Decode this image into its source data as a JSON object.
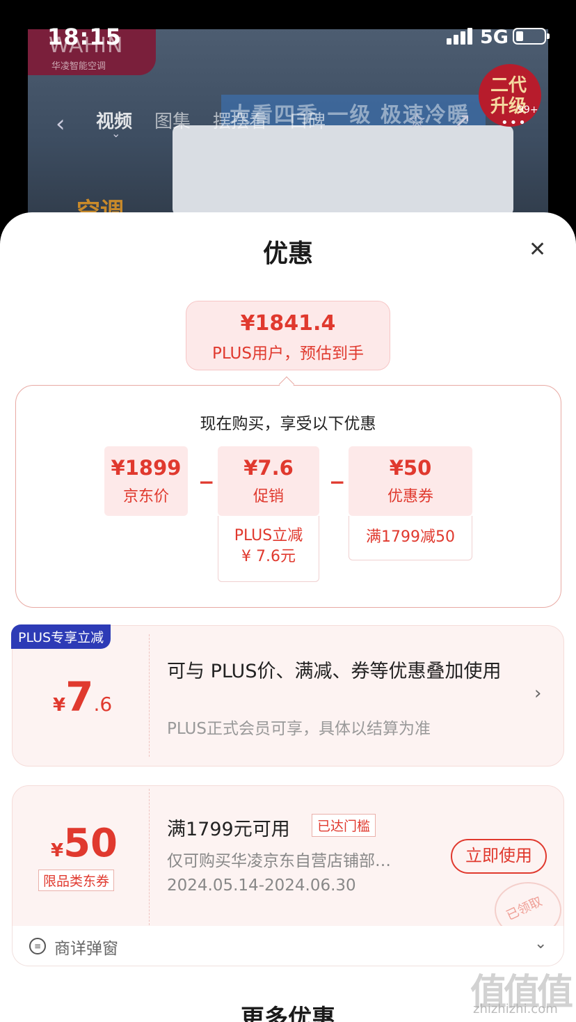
{
  "status_bar": {
    "time": "18:15",
    "network": "5G"
  },
  "product_header": {
    "brand_name": "WAHIN",
    "brand_sub": "华凌智能空调",
    "banner_text": "大看四季 一级 极速冷暖",
    "sticker_text": "二代升级",
    "sticker_badge": "99+",
    "product_tag": "空调",
    "tabs": [
      "视频",
      "图集",
      "摆摆看",
      "口碑"
    ]
  },
  "sheet": {
    "title": "优惠",
    "estimate": {
      "price": "¥1841.4",
      "label": "PLUS用户，预估到手"
    },
    "breakdown": {
      "title": "现在购买，享受以下优惠",
      "items": [
        {
          "amount": "¥1899",
          "label": "京东价"
        },
        {
          "amount": "¥7.6",
          "label": "促销",
          "note_line1": "PLUS立减",
          "note_line2": "¥ 7.6元"
        },
        {
          "amount": "¥50",
          "label": "优惠券",
          "note_line1": "满1799减50"
        }
      ],
      "minus": "−"
    },
    "plus_card": {
      "tag": "PLUS专享立减",
      "currency": "¥",
      "amount_int": "7",
      "amount_dec": ".6",
      "desc": "可与 PLUS价、满减、券等优惠叠加使用",
      "note": "PLUS正式会员可享，具体以结算为准"
    },
    "coupon_card": {
      "currency": "¥",
      "amount": "50",
      "tag": "限品类东券",
      "title": "满1799元可用",
      "badge": "已达门槛",
      "store": "仅可购买华凌京东自营店铺部…",
      "date": "2024.05.14-2024.06.30",
      "button": "立即使用",
      "stamp": "已领取"
    },
    "footer_label": "商详弹窗",
    "more_title": "更多优惠"
  },
  "watermark": {
    "text": "值值值",
    "url": "zhizhizhi.com"
  }
}
